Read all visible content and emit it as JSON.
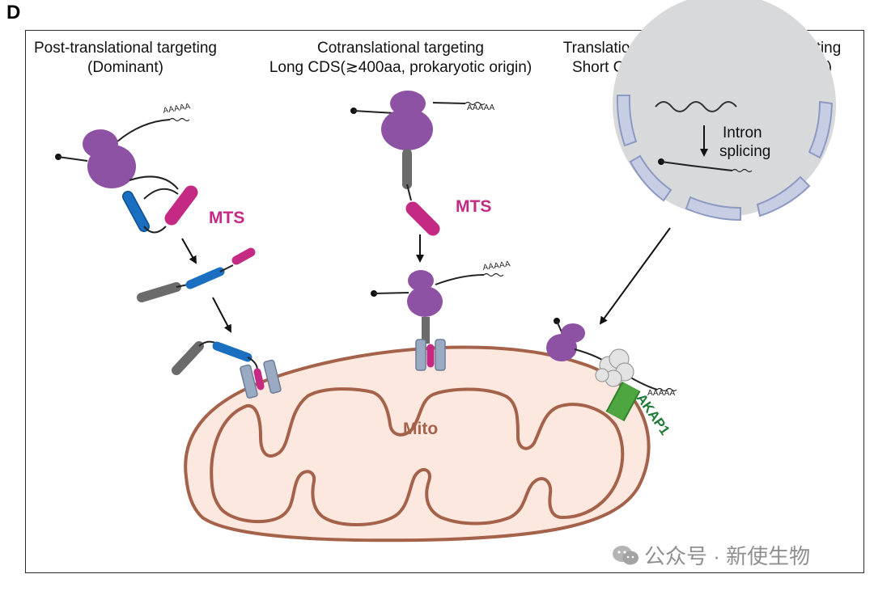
{
  "panel_letter": "D",
  "columns": [
    {
      "title_line1": "Post-translational targeting",
      "title_line2": "(Dominant)"
    },
    {
      "title_line1": "Cotranslational targeting",
      "title_line2": "Long CDS(≳400aa, prokaryotic origin)"
    },
    {
      "title_line1": "Translation-independent mRNA targeting",
      "title_line2": "Short CDS(≲200aa, eukaryotic origin)"
    }
  ],
  "labels": {
    "mts_left": "MTS",
    "mts_middle": "MTS",
    "intron_line1": "Intron",
    "intron_line2": "splicing",
    "mito": "Mito",
    "akap1": "AKAP1",
    "poly_a": "AAAAA"
  },
  "watermark": "公众号 · 新使生物",
  "colors": {
    "ribosome": "#8e52a4",
    "mts": "#c42a84",
    "protein_blue": "#1a6fc0",
    "protein_gray": "#6b6b6b",
    "mito_fill": "#fde8df",
    "mito_stroke": "#a5624a",
    "nucleus_fill": "#d7d9db",
    "nuclear_envelope": "#a7b1d1",
    "akap1": "#4ea640",
    "import_channel": "#9aaac2"
  }
}
